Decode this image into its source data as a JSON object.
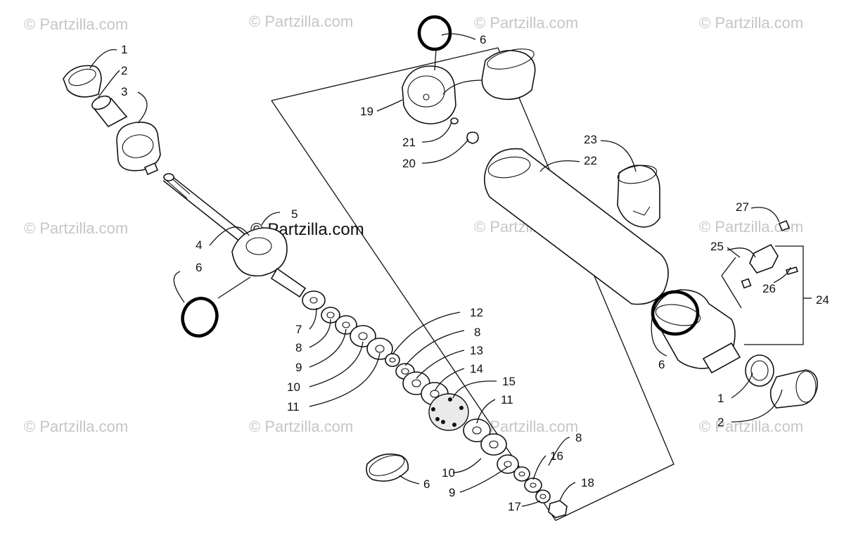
{
  "watermark": "© Partzilla.com",
  "center_watermark": "© Partzilla.com",
  "callouts": {
    "c1a": "1",
    "c2a": "2",
    "c3": "3",
    "c4": "4",
    "c5": "5",
    "c6a": "6",
    "c7": "7",
    "c8a": "8",
    "c9a": "9",
    "c10a": "10",
    "c11a": "11",
    "c12": "12",
    "c8b": "8",
    "c13": "13",
    "c14": "14",
    "c15": "15",
    "c11b": "11",
    "c8c": "8",
    "c16": "16",
    "c10b": "10",
    "c9b": "9",
    "c17": "17",
    "c18": "18",
    "c6b": "6",
    "c6c": "6",
    "c19": "19",
    "c21": "21",
    "c20": "20",
    "c22": "22",
    "c23": "23",
    "c6d": "6",
    "c27": "27",
    "c25": "25",
    "c26": "26",
    "c24": "24",
    "c1b": "1",
    "c2b": "2"
  }
}
